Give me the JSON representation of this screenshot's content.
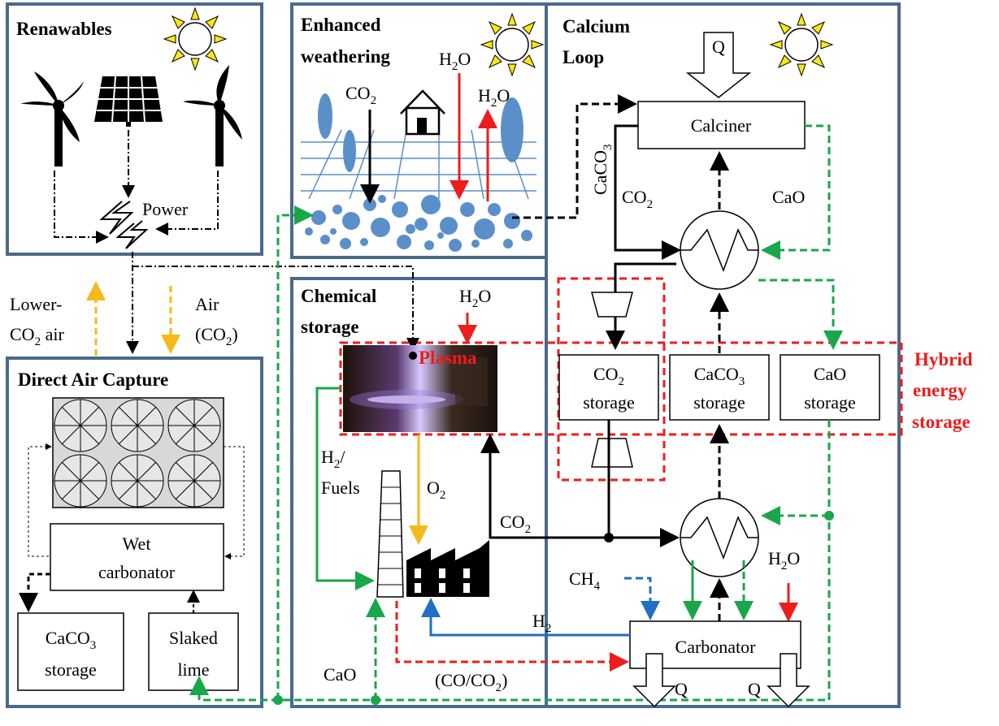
{
  "sections": {
    "renewables": "Renawables",
    "weathering_1": "Enhanced",
    "weathering_2": "weathering",
    "calcium_1": "Calcium",
    "calcium_2": "Loop",
    "chemical_1": "Chemical",
    "chemical_2": "storage",
    "dac": "Direct Air Capture",
    "hybrid_1": "Hybrid",
    "hybrid_2": "energy",
    "hybrid_3": "storage"
  },
  "labels": {
    "power": "Power",
    "lower_air_1": "Lower-",
    "lower_air_2": "CO",
    "lower_air_sub": "2",
    "lower_air_3": " air",
    "air_1": "Air",
    "air_2": "(CO",
    "air_sub": "2",
    "air_3": ")",
    "co2": "CO",
    "co2_sub": "2",
    "h2o": "H",
    "h2o_sub": "2",
    "h2o_tail": "O",
    "q": "Q",
    "calciner": "Calciner",
    "caco3_vert": "CaCO",
    "caco3_vert_sub": "3",
    "cao": "CaO",
    "plasma": "Plasma",
    "h2_fuels_1": "H",
    "h2_fuels_sub": "2",
    "h2_fuels_2": "/",
    "h2_fuels_3": "Fuels",
    "o2": "O",
    "o2_sub": "2",
    "ch4": "CH",
    "ch4_sub": "4",
    "h2": "H",
    "h2_sub": "2",
    "co_co2": "(CO/CO",
    "co_co2_sub": "2",
    "co_co2_end": ")",
    "carbonator": "Carbonator",
    "wet_1": "Wet",
    "wet_2": "carbonator",
    "caco3_storage_1": "CaCO",
    "caco3_storage_sub": "3",
    "caco3_storage_2": "storage",
    "slaked_1": "Slaked",
    "slaked_2": "lime",
    "co2_storage_1": "CO",
    "co2_storage_sub": "2",
    "co2_storage_2": "storage",
    "caco3_st_1": "CaCO",
    "caco3_st_sub": "3",
    "caco3_st_2": "storage",
    "cao_st_1": "CaO",
    "cao_st_2": "storage"
  },
  "colors": {
    "frame": "#4a6a8c",
    "water": "#ee1c1c",
    "green": "#1aa64a",
    "orange": "#f6b81a",
    "blue": "#1f6fc4",
    "bubble": "#5b8fc9",
    "sun": "#f7e817"
  }
}
